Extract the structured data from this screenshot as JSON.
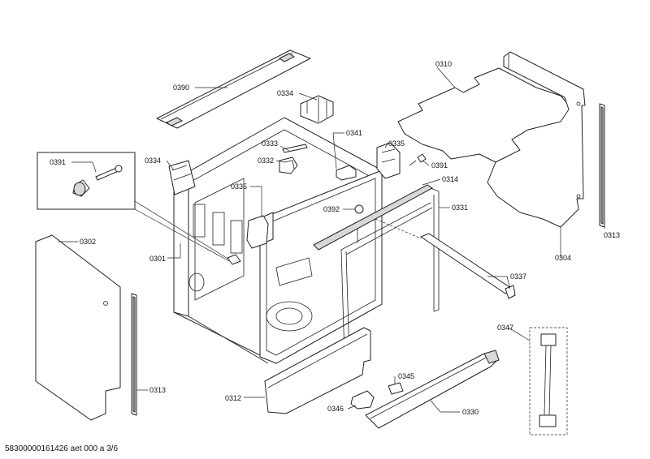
{
  "callouts": {
    "p0390": "0390",
    "p0334a": "0334",
    "p0310": "0310",
    "p0391a": "0391",
    "p0334b": "0334",
    "p0333": "0333",
    "p0341": "0341",
    "p0332": "0332",
    "p0335a": "0335",
    "p0391b": "0391",
    "p0314": "0314",
    "p0335b": "0335",
    "p0392": "0392",
    "p0331": "0331",
    "p0313a": "0313",
    "p0302": "0302",
    "p0301": "0301",
    "p0304": "0304",
    "p0337": "0337",
    "p0347": "0347",
    "p0313b": "0313",
    "p0345": "0345",
    "p0312": "0312",
    "p0346": "0346",
    "p0330": "0330"
  },
  "footer": "58300000161426 aet 000 a 3/6"
}
